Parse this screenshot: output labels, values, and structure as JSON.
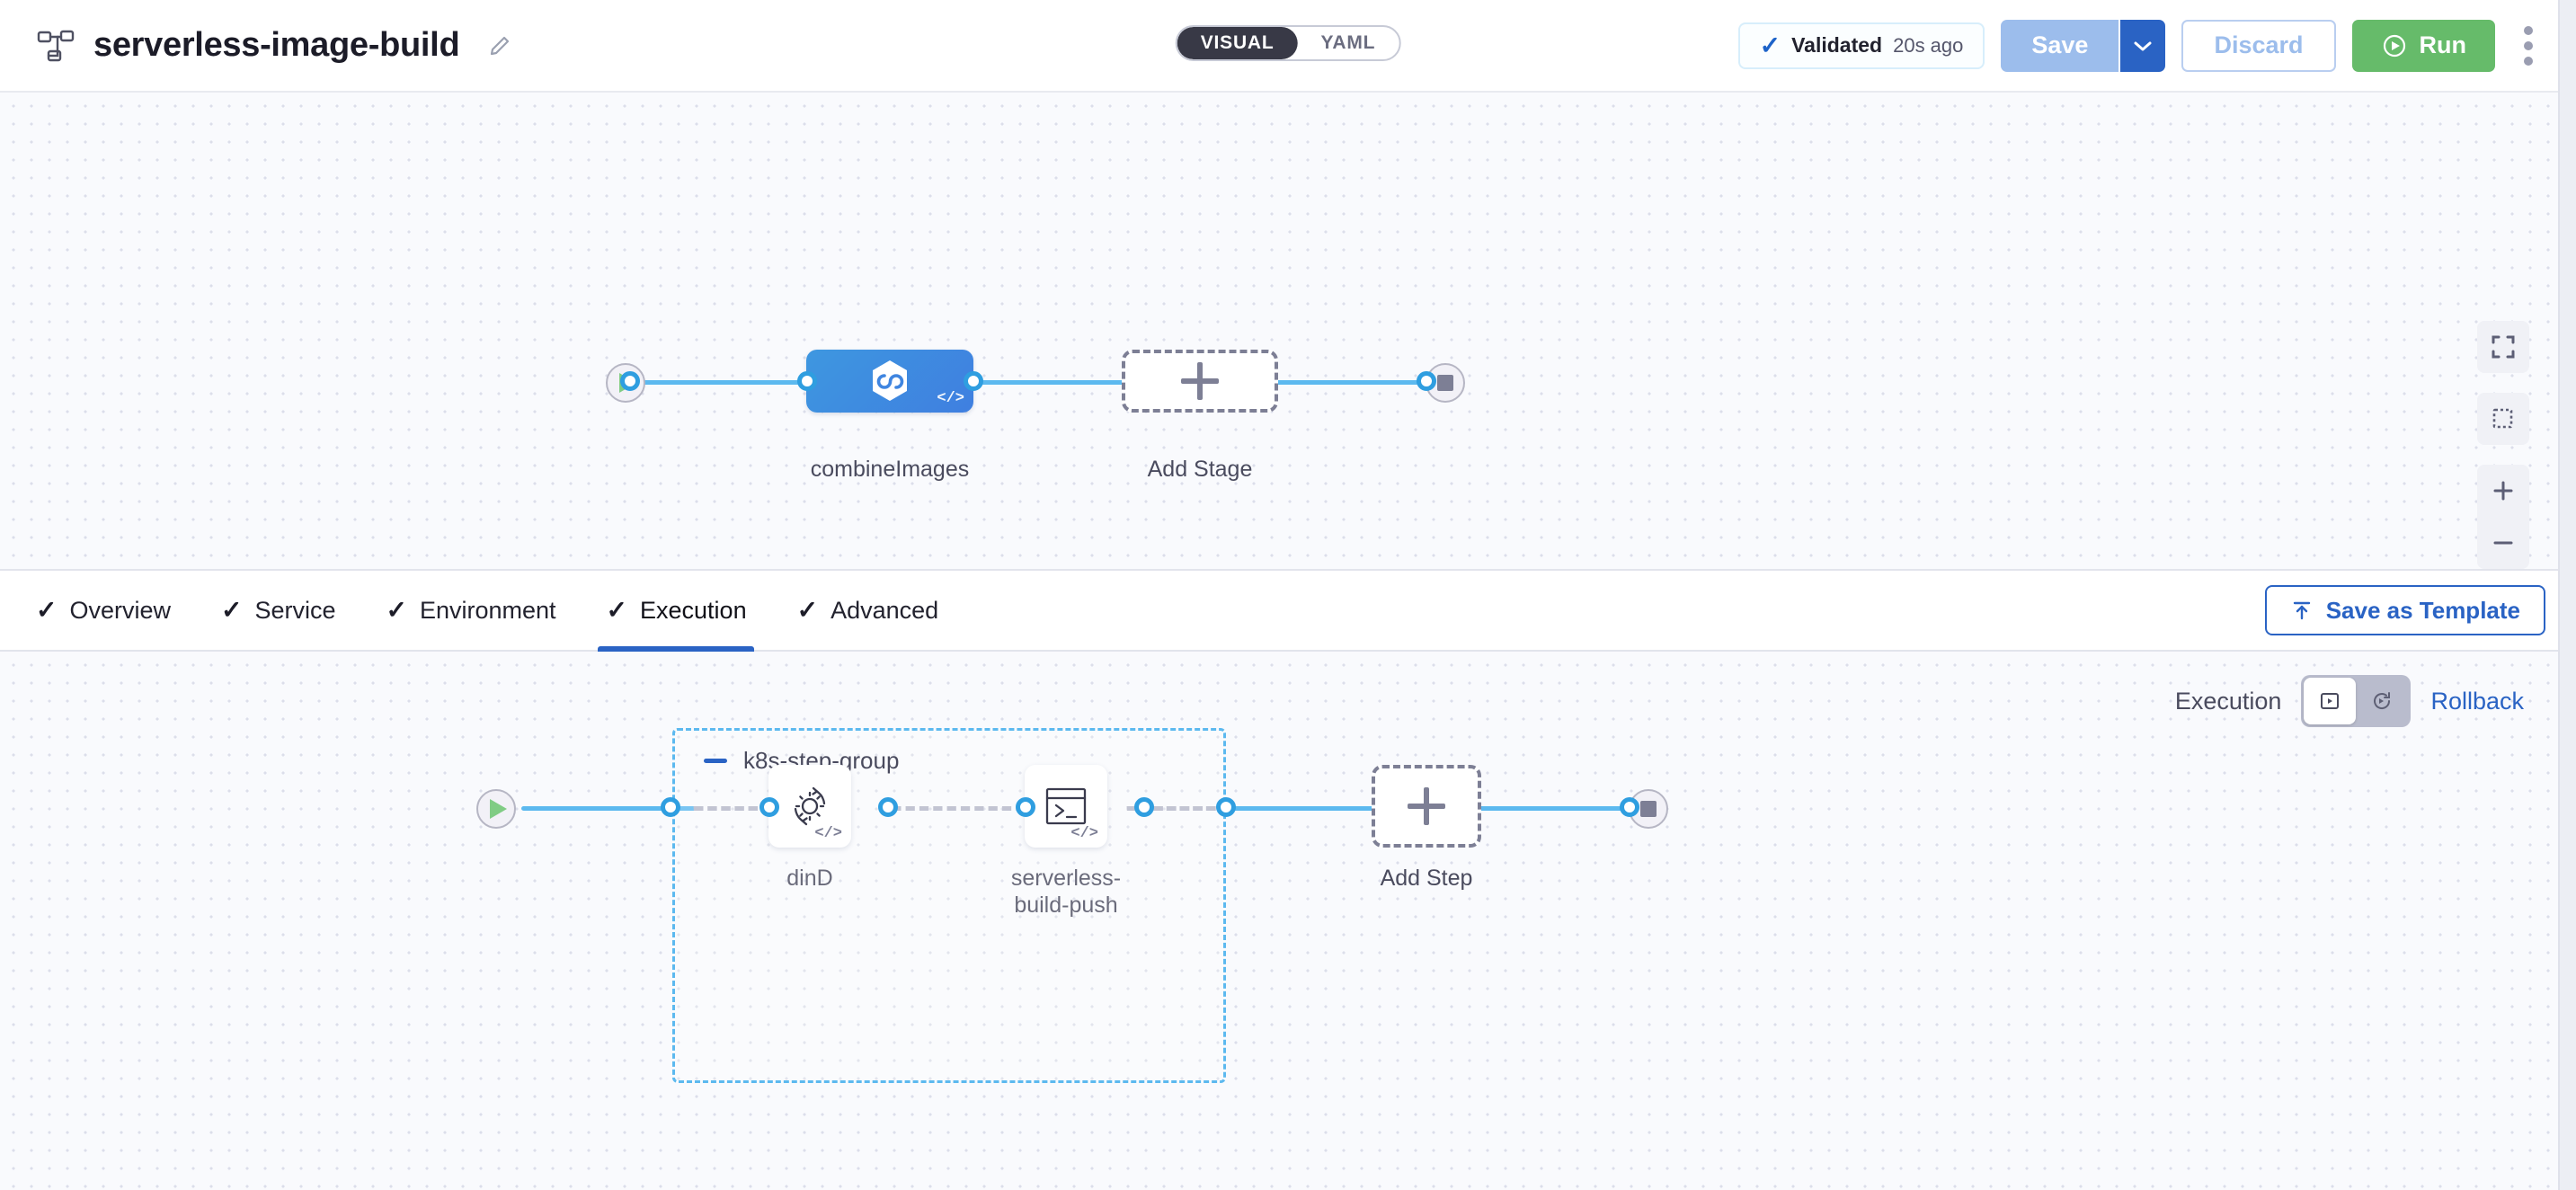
{
  "header": {
    "pipeline_icon": "pipeline-nodes-icon",
    "title": "serverless-image-build",
    "edit_icon": "pencil-icon",
    "mode_toggle": {
      "options": [
        "VISUAL",
        "YAML"
      ],
      "active": "VISUAL"
    },
    "validated": {
      "icon": "checkmark-icon",
      "label": "Validated",
      "time": "20s ago"
    },
    "save": {
      "label": "Save",
      "caret_icon": "chevron-down-icon",
      "enabled": false
    },
    "discard": {
      "label": "Discard",
      "enabled": false
    },
    "run": {
      "label": "Run",
      "icon": "play-circle-icon",
      "color": "#66bb6a"
    },
    "more_menu_icon": "kebab-menu-icon"
  },
  "stage_canvas": {
    "start_node": {
      "name": "start-node",
      "icon": "play-icon"
    },
    "end_node": {
      "name": "end-node",
      "icon": "stop-icon"
    },
    "stages": [
      {
        "label": "combineImages",
        "icon": "ci-hexagon-icon",
        "badge": "</>",
        "selected": true,
        "color": "#3f85e0"
      }
    ],
    "add_stage": {
      "label": "Add Stage",
      "icon": "plus-icon"
    },
    "zoom_controls": [
      {
        "name": "fit-to-screen-button",
        "icon": "fit-screen-icon"
      },
      {
        "name": "selection-box-button",
        "icon": "marquee-select-icon"
      },
      {
        "name": "zoom-in-button",
        "icon": "plus-icon"
      },
      {
        "name": "zoom-out-button",
        "icon": "minus-icon"
      }
    ]
  },
  "tabs": {
    "items": [
      {
        "label": "Overview",
        "checked": true,
        "active": false
      },
      {
        "label": "Service",
        "checked": true,
        "active": false
      },
      {
        "label": "Environment",
        "checked": true,
        "active": false
      },
      {
        "label": "Execution",
        "checked": true,
        "active": true
      },
      {
        "label": "Advanced",
        "checked": true,
        "active": false
      }
    ],
    "save_as_template": {
      "label": "Save as Template",
      "icon": "template-upload-icon"
    }
  },
  "execution_canvas": {
    "mode_switch": {
      "execution_label": "Execution",
      "execution_icon": "play-box-icon",
      "rollback_label": "Rollback",
      "rollback_icon": "rollback-icon",
      "active": "Execution"
    },
    "start_node": {
      "name": "start-node",
      "icon": "play-icon"
    },
    "end_node": {
      "name": "end-node",
      "icon": "stop-icon"
    },
    "step_group": {
      "title": "k8s-step-group",
      "collapse_icon": "minus-icon",
      "steps": [
        {
          "label": "dinD",
          "icon": "gear-rotate-icon",
          "badge": "</>"
        },
        {
          "label": "serverless-\nbuild-push",
          "icon": "terminal-icon",
          "badge": "</>"
        }
      ]
    },
    "add_step": {
      "label": "Add Step",
      "icon": "plus-icon"
    }
  },
  "colors": {
    "accent_blue": "#2a63c4",
    "edge_blue": "#5cb9ef",
    "stage_blue": "#3f85e0",
    "run_green": "#66bb6a",
    "canvas_bg": "#f9fafd"
  }
}
